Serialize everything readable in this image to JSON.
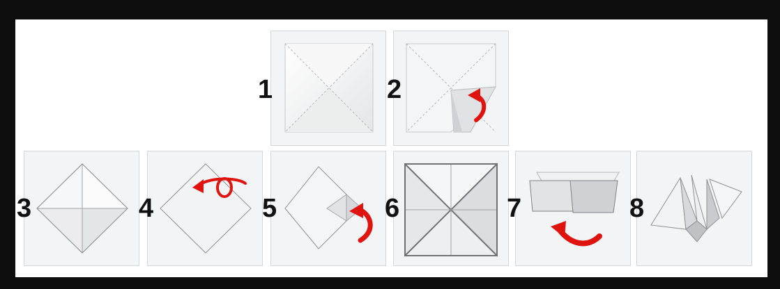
{
  "steps": [
    {
      "number": "1",
      "description_icon": "square-paper-with-diagonal-creases"
    },
    {
      "number": "2",
      "description_icon": "fold-corner-to-center"
    },
    {
      "number": "3",
      "description_icon": "diamond-with-corners-folded"
    },
    {
      "number": "4",
      "description_icon": "flip-over"
    },
    {
      "number": "5",
      "description_icon": "fold-corner-to-center-again"
    },
    {
      "number": "6",
      "description_icon": "square-with-eight-triangles"
    },
    {
      "number": "7",
      "description_icon": "fold-in-half"
    },
    {
      "number": "8",
      "description_icon": "finished-fortune-teller"
    }
  ],
  "colors": {
    "background": "#0e0e0e",
    "frame": "#ffffff",
    "panel": "#f3f4f6",
    "arrow": "#e0140f",
    "paper": "#ffffff",
    "crease": "#b5b7ba"
  }
}
